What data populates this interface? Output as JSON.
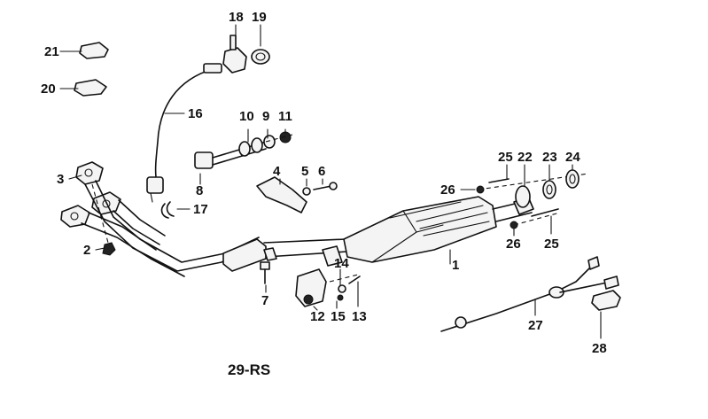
{
  "diagram": {
    "caption": "29-RS",
    "callouts": {
      "c1": "1",
      "c2": "2",
      "c3": "3",
      "c4": "4",
      "c5": "5",
      "c6": "6",
      "c7": "7",
      "c8": "8",
      "c9": "9",
      "c10": "10",
      "c11": "11",
      "c12": "12",
      "c13": "13",
      "c14": "14",
      "c15": "15",
      "c16": "16",
      "c17": "17",
      "c18": "18",
      "c19": "19",
      "c20": "20",
      "c21": "21",
      "c22": "22",
      "c23": "23",
      "c24": "24",
      "c25a": "25",
      "c25b": "25",
      "c26a": "26",
      "c26b": "26",
      "c27": "27",
      "c28": "28"
    }
  }
}
